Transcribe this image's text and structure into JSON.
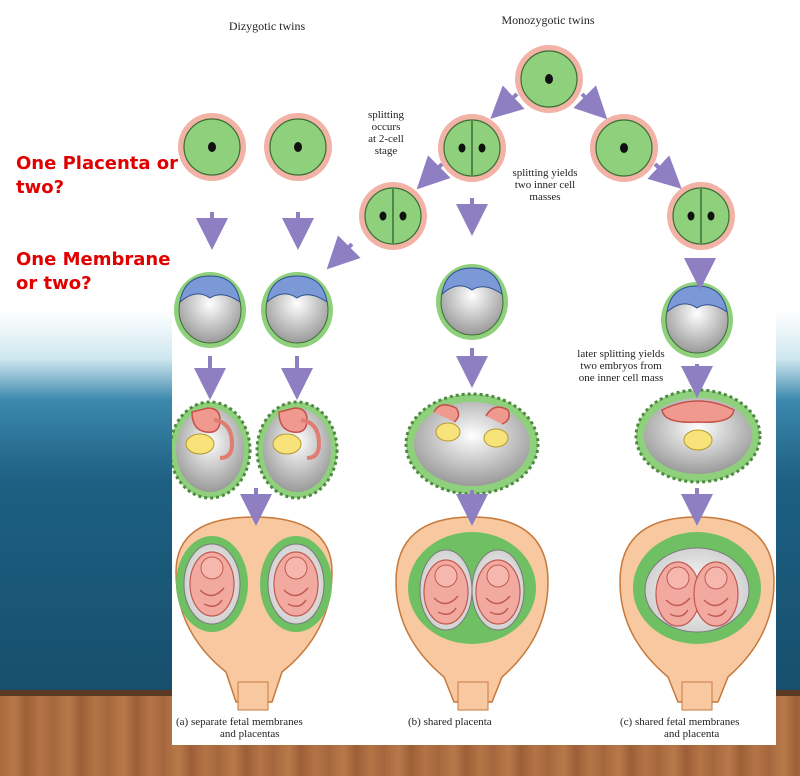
{
  "slide": {
    "question1_line1": "One Placenta or",
    "question1_line2": "two?",
    "question2_line1": "One Membrane",
    "question2_line2": "or two?",
    "question_color": "#e00000"
  },
  "figure": {
    "heading_dizygotic": "Dizygotic twins",
    "heading_monozygotic": "Monozygotic twins",
    "note_splitting": [
      "splitting",
      "occurs",
      "at 2-cell",
      "stage"
    ],
    "note_yields_inner": [
      "splitting yields",
      "two inner cell",
      "masses"
    ],
    "note_later": [
      "later splitting yields",
      "two embryos from",
      "one inner cell mass"
    ],
    "caption_a_label": "(a)",
    "caption_a": [
      "separate fetal membranes",
      "and placentas"
    ],
    "caption_b_label": "(b)",
    "caption_b": [
      "shared placenta"
    ],
    "caption_c_label": "(c)",
    "caption_c": [
      "shared fetal membranes",
      "and placenta"
    ],
    "colors": {
      "cell_green": "#8fd07c",
      "zona_pink": "#f2b3a6",
      "arrow_purple": "#8d7fc2",
      "uterus_orange": "#f8c9a0",
      "placenta_green": "#6fbf63",
      "yolk_yellow": "#f7e37a"
    }
  }
}
